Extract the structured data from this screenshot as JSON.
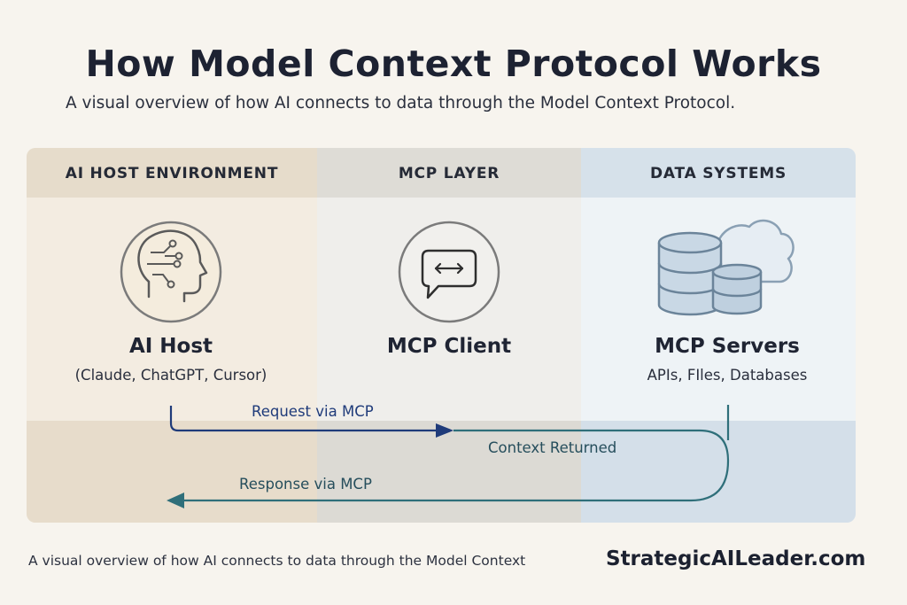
{
  "header": {
    "title": "How Model Context Protocol Works",
    "subtitle": "A visual overview of how AI connects to data through the Model Context Protocol."
  },
  "columns": [
    {
      "title": "AI HOST ENVIRONMENT",
      "node": "AI Host",
      "detail": "(Claude, ChatGPT, Cursor)",
      "icon": "brain-head-icon"
    },
    {
      "title": "MCP LAYER",
      "node": "MCP Client",
      "detail": "",
      "icon": "chat-bubble-arrows-icon"
    },
    {
      "title": "DATA SYSTEMS",
      "node": "MCP Servers",
      "detail": "APIs, FIles, Databases",
      "icon": "database-cloud-icon"
    }
  ],
  "flows": {
    "request": "Request via MCP",
    "context": "Context Returned",
    "response": "Response via MCP"
  },
  "colors": {
    "request_arrow": "#1f3b7a",
    "response_arrow": "#2f6f7a"
  },
  "footer": {
    "caption": "A visual overview of how AI connects to data through the Model Context",
    "brand": "StrategicAILeader.com"
  }
}
